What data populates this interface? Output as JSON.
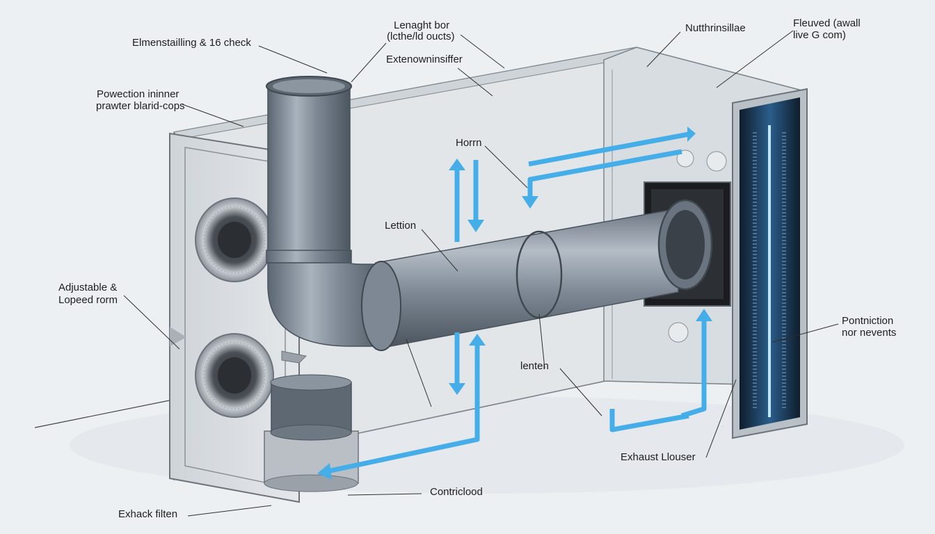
{
  "colors": {
    "background": "#edf0f3",
    "pipe": "#737f8c",
    "housing": "#dfe3e7",
    "airflow": "#45aee8",
    "uv_glow": "#2fa6ff"
  },
  "labels": {
    "top_left": "Elmenstailling & 16 check",
    "top_center_1": "Lenaght bor",
    "top_center_2": "(lcthe/ld oucts)",
    "center_top": "Extenowninsiffer",
    "top_right_mid": "Nutthrinsillae",
    "top_right_1": "Fleuved (awall",
    "top_right_2": "live G com)",
    "left_upper_1": "Powection ininner",
    "left_upper_2": "prawter blarid-cops",
    "flow_label": "Horrn",
    "pipe_label": "Lettion",
    "left_mid_1": "Adjustable &",
    "left_mid_2": "Lopeed rorm",
    "lower_center": "lenten",
    "right_mid_1": "Pontniction",
    "right_mid_2": "nor nevents",
    "bottom_right": "Exhaust Llouser",
    "bottom_center": "Contriclood",
    "bottom_left": "Exhack filten"
  }
}
